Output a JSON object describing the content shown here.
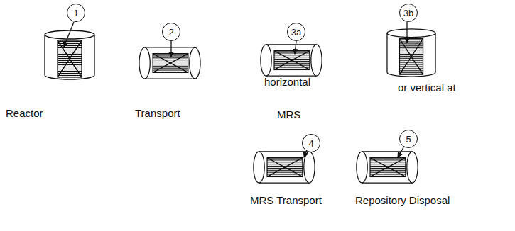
{
  "diagram": {
    "nodes": [
      {
        "text": [
          "1"
        ]
      },
      {
        "text": [
          "2"
        ]
      },
      {
        "text": [
          "3a"
        ]
      },
      {
        "text": [
          "3b"
        ]
      },
      {
        "text": [
          "4"
        ]
      },
      {
        "text": [
          "5"
        ]
      }
    ],
    "labels": [
      "Reactor",
      "Transport",
      "horizontal",
      "or vertical at",
      "MRS",
      "MRS Transport",
      "Repository Disposal"
    ]
  }
}
